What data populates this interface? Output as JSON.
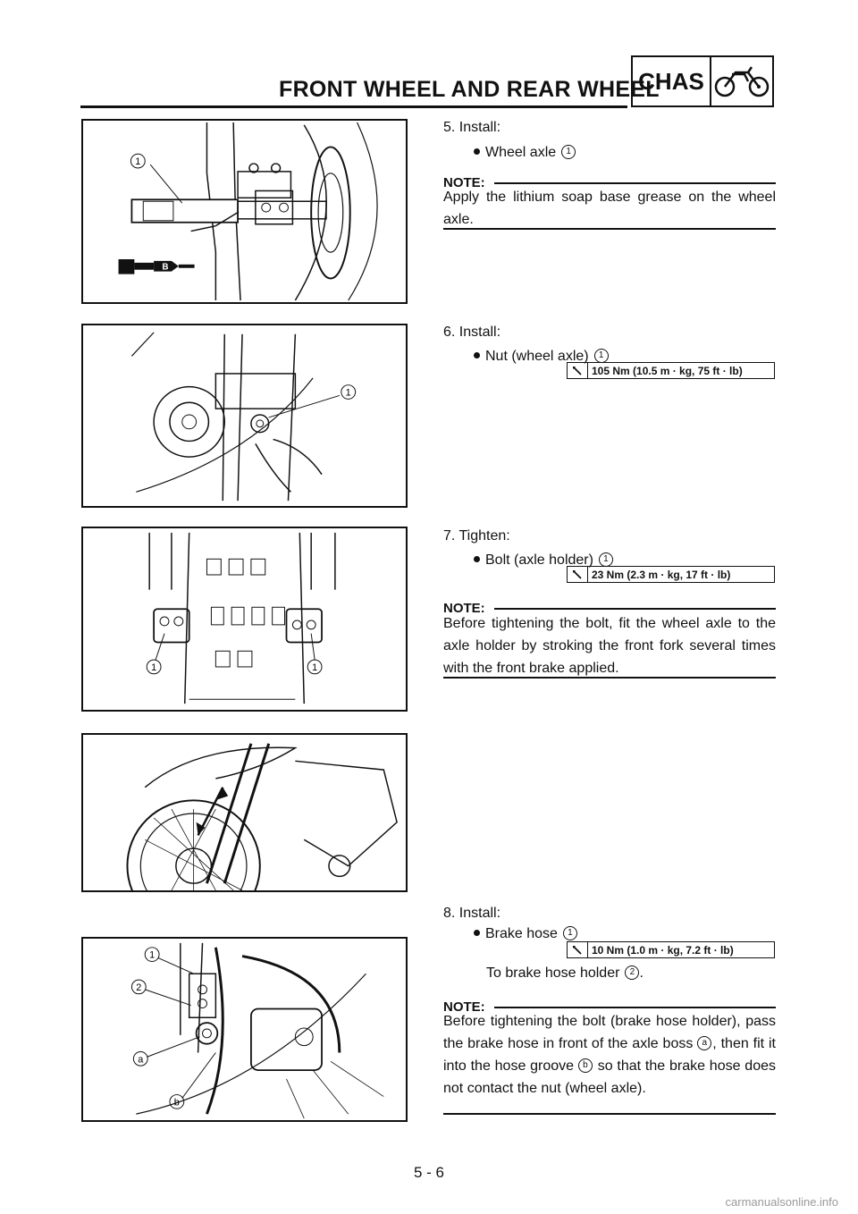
{
  "header": {
    "title": "FRONT WHEEL AND REAR WHEEL",
    "section": "CHAS",
    "section_icon": "motorcycle-icon"
  },
  "figures": [
    {
      "callouts": [
        "1"
      ],
      "icon": "grease-gun-icon",
      "grease_mark": "B"
    },
    {
      "callouts": [
        "1"
      ]
    },
    {
      "callouts": [
        "1",
        "1"
      ]
    },
    {
      "callouts": []
    },
    {
      "callouts": [
        "1",
        "2",
        "a",
        "b"
      ]
    }
  ],
  "steps": [
    {
      "label": "5. Install:",
      "items": [
        {
          "text": "Wheel axle",
          "ref": "1"
        }
      ],
      "note": {
        "heading": "NOTE:",
        "text": "Apply the lithium soap base grease on the wheel axle."
      }
    },
    {
      "label": "6. Install:",
      "items": [
        {
          "text": "Nut (wheel axle)",
          "ref": "1"
        }
      ],
      "torque": "105 Nm (10.5 m · kg, 75 ft · lb)"
    },
    {
      "label": "7. Tighten:",
      "items": [
        {
          "text": "Bolt (axle holder)",
          "ref": "1"
        }
      ],
      "torque": "23 Nm (2.3 m · kg, 17 ft · lb)",
      "note": {
        "heading": "NOTE:",
        "text": "Before tightening the bolt, fit the wheel axle to the axle holder by stroking the front fork several times with the front brake applied."
      }
    },
    {
      "label": "8. Install:",
      "items": [
        {
          "text": "Brake hose",
          "ref": "1"
        }
      ],
      "torque": "10 Nm (1.0 m · kg, 7.2 ft · lb)",
      "sub": {
        "text": "To brake hose holder",
        "ref": "2",
        "end": "."
      },
      "note": {
        "heading": "NOTE:",
        "part1": "Before tightening the bolt (brake hose holder), pass the brake hose in front of the axle boss",
        "ref_a": "a",
        "part2": ", then fit it into the hose groove",
        "ref_b": "b",
        "part3": "so that the brake hose does not contact the nut (wheel axle)."
      }
    }
  ],
  "page_number": "5 - 6",
  "watermark": "carmanualsonline.info",
  "icons": {
    "torque": "torque-wrench-icon",
    "bullet": "bullet-dot"
  }
}
